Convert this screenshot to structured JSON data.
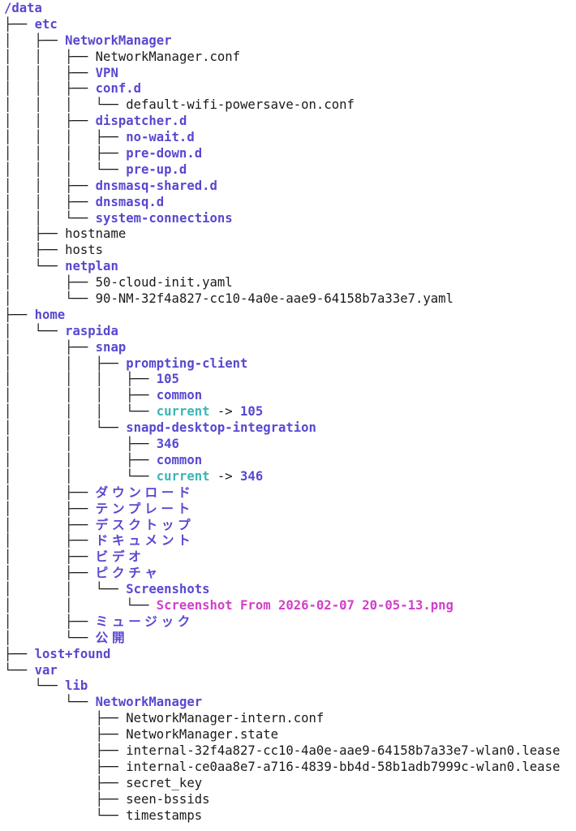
{
  "colors": {
    "directory": "#5848d0",
    "file": "#1a1a1a",
    "symlink": "#3bb5b5",
    "image": "#d040c8"
  },
  "tree": [
    {
      "prefix": "",
      "name": "/data",
      "type": "dir"
    },
    {
      "prefix": "├── ",
      "name": "etc",
      "type": "dir"
    },
    {
      "prefix": "│   ├── ",
      "name": "NetworkManager",
      "type": "dir"
    },
    {
      "prefix": "│   │   ├── ",
      "name": "NetworkManager.conf",
      "type": "file"
    },
    {
      "prefix": "│   │   ├── ",
      "name": "VPN",
      "type": "dir"
    },
    {
      "prefix": "│   │   ├── ",
      "name": "conf.d",
      "type": "dir"
    },
    {
      "prefix": "│   │   │   └── ",
      "name": "default-wifi-powersave-on.conf",
      "type": "file"
    },
    {
      "prefix": "│   │   ├── ",
      "name": "dispatcher.d",
      "type": "dir"
    },
    {
      "prefix": "│   │   │   ├── ",
      "name": "no-wait.d",
      "type": "dir"
    },
    {
      "prefix": "│   │   │   ├── ",
      "name": "pre-down.d",
      "type": "dir"
    },
    {
      "prefix": "│   │   │   └── ",
      "name": "pre-up.d",
      "type": "dir"
    },
    {
      "prefix": "│   │   ├── ",
      "name": "dnsmasq-shared.d",
      "type": "dir"
    },
    {
      "prefix": "│   │   ├── ",
      "name": "dnsmasq.d",
      "type": "dir"
    },
    {
      "prefix": "│   │   └── ",
      "name": "system-connections",
      "type": "dir"
    },
    {
      "prefix": "│   ├── ",
      "name": "hostname",
      "type": "file"
    },
    {
      "prefix": "│   ├── ",
      "name": "hosts",
      "type": "file"
    },
    {
      "prefix": "│   └── ",
      "name": "netplan",
      "type": "dir"
    },
    {
      "prefix": "│       ├── ",
      "name": "50-cloud-init.yaml",
      "type": "file"
    },
    {
      "prefix": "│       └── ",
      "name": "90-NM-32f4a827-cc10-4a0e-aae9-64158b7a33e7.yaml",
      "type": "file"
    },
    {
      "prefix": "├── ",
      "name": "home",
      "type": "dir"
    },
    {
      "prefix": "│   └── ",
      "name": "raspida",
      "type": "dir"
    },
    {
      "prefix": "│       ├── ",
      "name": "snap",
      "type": "dir"
    },
    {
      "prefix": "│       │   ├── ",
      "name": "prompting-client",
      "type": "dir"
    },
    {
      "prefix": "│       │   │   ├── ",
      "name": "105",
      "type": "dir"
    },
    {
      "prefix": "│       │   │   ├── ",
      "name": "common",
      "type": "dir"
    },
    {
      "prefix": "│       │   │   └── ",
      "name": "current",
      "type": "link",
      "arrow": " -> ",
      "target": "105"
    },
    {
      "prefix": "│       │   └── ",
      "name": "snapd-desktop-integration",
      "type": "dir"
    },
    {
      "prefix": "│       │       ├── ",
      "name": "346",
      "type": "dir"
    },
    {
      "prefix": "│       │       ├── ",
      "name": "common",
      "type": "dir"
    },
    {
      "prefix": "│       │       └── ",
      "name": "current",
      "type": "link",
      "arrow": " -> ",
      "target": "346"
    },
    {
      "prefix": "│       ├── ",
      "name": "ダウンロード",
      "type": "dir",
      "wide": true
    },
    {
      "prefix": "│       ├── ",
      "name": "テンプレート",
      "type": "dir",
      "wide": true
    },
    {
      "prefix": "│       ├── ",
      "name": "デスクトップ",
      "type": "dir",
      "wide": true
    },
    {
      "prefix": "│       ├── ",
      "name": "ドキュメント",
      "type": "dir",
      "wide": true
    },
    {
      "prefix": "│       ├── ",
      "name": "ビデオ",
      "type": "dir",
      "wide": true
    },
    {
      "prefix": "│       ├── ",
      "name": "ピクチャ",
      "type": "dir",
      "wide": true
    },
    {
      "prefix": "│       │   └── ",
      "name": "Screenshots",
      "type": "dir"
    },
    {
      "prefix": "│       │       └── ",
      "name": "Screenshot From 2026-02-07 20-05-13.png",
      "type": "image"
    },
    {
      "prefix": "│       ├── ",
      "name": "ミュージック",
      "type": "dir",
      "wide": true
    },
    {
      "prefix": "│       └── ",
      "name": "公開",
      "type": "dir",
      "wide": true
    },
    {
      "prefix": "├── ",
      "name": "lost+found",
      "type": "dir"
    },
    {
      "prefix": "└── ",
      "name": "var",
      "type": "dir"
    },
    {
      "prefix": "    └── ",
      "name": "lib",
      "type": "dir"
    },
    {
      "prefix": "        └── ",
      "name": "NetworkManager",
      "type": "dir"
    },
    {
      "prefix": "            ├── ",
      "name": "NetworkManager-intern.conf",
      "type": "file"
    },
    {
      "prefix": "            ├── ",
      "name": "NetworkManager.state",
      "type": "file"
    },
    {
      "prefix": "            ├── ",
      "name": "internal-32f4a827-cc10-4a0e-aae9-64158b7a33e7-wlan0.lease",
      "type": "file"
    },
    {
      "prefix": "            ├── ",
      "name": "internal-ce0aa8e7-a716-4839-bb4d-58b1adb7999c-wlan0.lease",
      "type": "file"
    },
    {
      "prefix": "            ├── ",
      "name": "secret_key",
      "type": "file"
    },
    {
      "prefix": "            ├── ",
      "name": "seen-bssids",
      "type": "file"
    },
    {
      "prefix": "            └── ",
      "name": "timestamps",
      "type": "file"
    }
  ]
}
